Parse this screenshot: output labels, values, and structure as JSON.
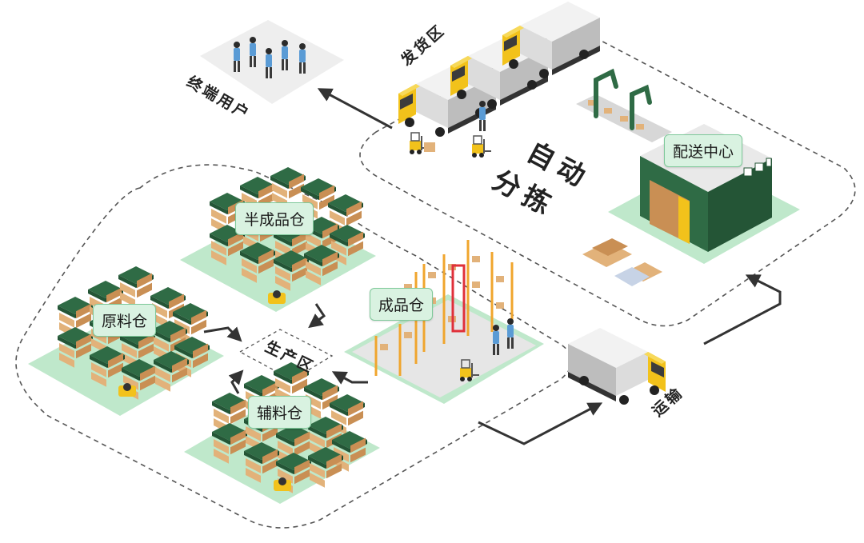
{
  "labels": {
    "end_users": "终端用户",
    "shipping_area": "发货区",
    "auto_sorting_line1": "自动",
    "auto_sorting_line2": "分拣",
    "distribution_center": "配送中心",
    "semi_finished_warehouse": "半成品仓",
    "raw_material_warehouse": "原料仓",
    "production_area": "生产区",
    "auxiliary_warehouse": "辅料仓",
    "finished_goods_warehouse": "成品仓",
    "transport": "运输"
  },
  "colors": {
    "pad_green": "#bfe8cb",
    "label_bg": "#d9f2e1",
    "roof_green": "#2f6b45",
    "box_tan": "#e2b27a",
    "truck_yellow": "#f2c21b",
    "rack_orange": "#f0a52d",
    "arrow": "#333333"
  }
}
